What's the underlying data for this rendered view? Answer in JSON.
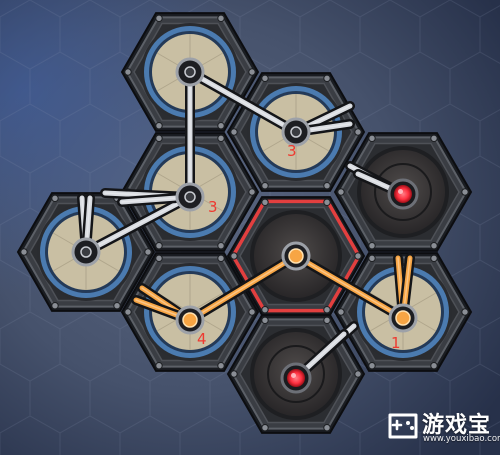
{
  "puzzle": {
    "title": "",
    "nodes": [
      {
        "id": "n1",
        "kind": "rotor",
        "state": "idle",
        "label": ""
      },
      {
        "id": "n2",
        "kind": "rotor",
        "state": "idle",
        "label": "3"
      },
      {
        "id": "n3",
        "kind": "rotor",
        "state": "idle",
        "label": "3"
      },
      {
        "id": "n4",
        "kind": "rotor",
        "state": "idle",
        "label": ""
      },
      {
        "id": "n5",
        "kind": "rotor",
        "state": "powered",
        "label": "4"
      },
      {
        "id": "n6",
        "kind": "hub",
        "state": "powered",
        "label": ""
      },
      {
        "id": "n7",
        "kind": "rotor",
        "state": "powered",
        "label": "1"
      },
      {
        "id": "n8",
        "kind": "target",
        "state": "unlit",
        "label": ""
      },
      {
        "id": "n9",
        "kind": "target",
        "state": "unlit",
        "label": ""
      }
    ]
  },
  "colors": {
    "hint_label": "#ee3a30",
    "powered_link": "#f7a544",
    "idle_link": "#d8dbe0",
    "target_light": "#ff4d55",
    "hub_border": "#e23f3f",
    "rotor_face": "#c9bfa3",
    "rotor_ring": "#4b7bb0",
    "background": "#4a5670"
  },
  "watermark": {
    "name": "游戏宝",
    "url": "www.youxibao.com",
    "icon": "gamepad-icon"
  }
}
